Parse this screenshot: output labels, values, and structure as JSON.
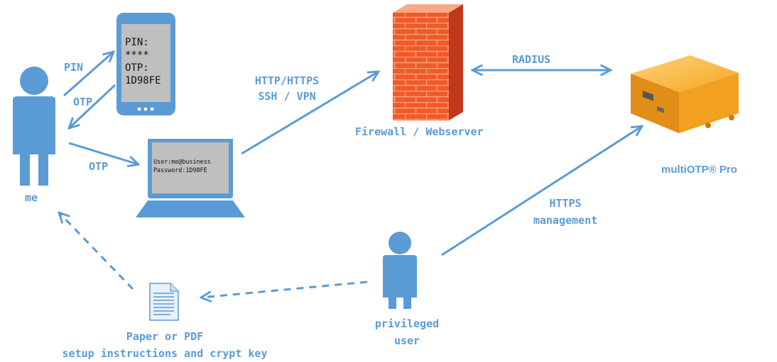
{
  "colors": {
    "accent": "#5b9bd5",
    "person": "#5b9bd5",
    "label": "#5b9bd5",
    "firewall": "#f05a28",
    "appliance": "#f5a623",
    "screen_bg": "#bfbfbf",
    "device_frame": "#5b9bd5"
  },
  "phone": {
    "lines": [
      "PIN:",
      "****",
      "OTP:",
      "1D98FE"
    ],
    "icon": "smartphone-icon"
  },
  "laptop": {
    "lines": [
      "User:me@business",
      "Password:1D98FE"
    ],
    "icon": "laptop-icon"
  },
  "labels": {
    "pin": "PIN",
    "otp_phone": "OTP",
    "otp_laptop": "OTP",
    "me": "me",
    "protocols_line1": "HTTP/HTTPS",
    "protocols_line2": "SSH / VPN",
    "radius": "RADIUS",
    "firewall": "Firewall / Webserver",
    "product": "multiOTP® Pro",
    "https_line1": "HTTPS",
    "https_line2": "management",
    "privileged_line1": "privileged",
    "privileged_line2": "user",
    "paper_line1": "Paper or PDF",
    "paper_line2": "setup instructions and crypt key"
  }
}
